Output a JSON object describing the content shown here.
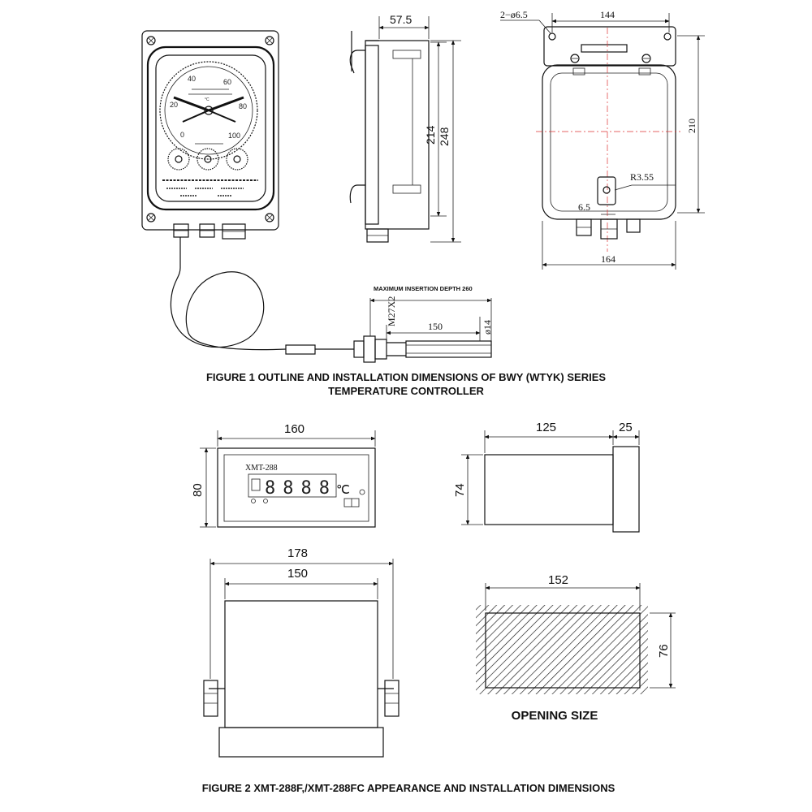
{
  "figure1": {
    "caption_line1": "FIGURE 1 OUTLINE AND INSTALLATION DIMENSIONS OF BWY (WTYK) SERIES",
    "caption_line2": "TEMPERATURE CONTROLLER",
    "front": {
      "dial_labels": [
        "0",
        "20",
        "40",
        "60",
        "80",
        "100"
      ],
      "unit": "°C"
    },
    "side": {
      "depth": "57.5",
      "inner_height": "214",
      "outer_height": "248"
    },
    "back": {
      "holes": "2−ø6.5",
      "top_width": "144",
      "height": "210",
      "radius": "R3.55",
      "offset": "6.5",
      "bottom_width": "164"
    },
    "probe": {
      "max_depth": "MAXIMUM INSERTION DEPTH 260",
      "thread": "M27X2",
      "length": "150",
      "diameter": "ø14"
    }
  },
  "figure2": {
    "caption": "FIGURE 2 XMT-288F,/XMT-288FC APPEARANCE AND INSTALLATION DIMENSIONS",
    "front": {
      "width": "160",
      "height": "80",
      "model": "XMT-288",
      "display": "8888",
      "unit": "℃"
    },
    "side": {
      "body_depth": "125",
      "bezel_depth": "25",
      "height": "74"
    },
    "top": {
      "outer_width": "178",
      "inner_width": "150"
    },
    "opening": {
      "width": "152",
      "height": "76",
      "label": "OPENING SIZE"
    }
  }
}
